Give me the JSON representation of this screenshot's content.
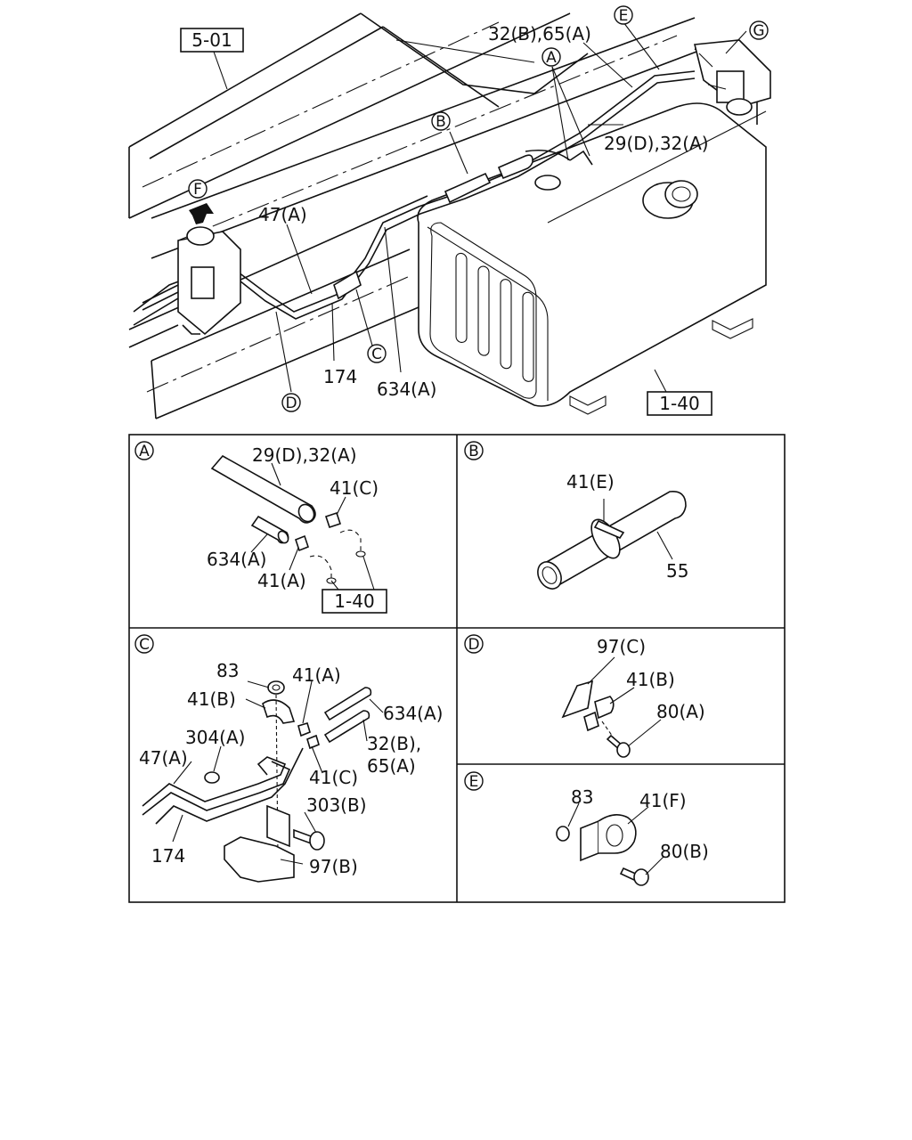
{
  "main_view": {
    "ref_5_01": "5-01",
    "ref_1_40": "1-40",
    "view_F": "F",
    "view_G": "G",
    "view_E": "E",
    "view_A": "A",
    "view_B": "B",
    "view_C": "C",
    "view_D": "D",
    "lbl_32b_65a": "32(B),65(A)",
    "lbl_29d_32a": "29(D),32(A)",
    "lbl_47a": "47(A)",
    "lbl_174": "174",
    "lbl_634a": "634(A)"
  },
  "detail_A": {
    "letter": "A",
    "lbl_29d_32a": "29(D),32(A)",
    "lbl_41c": "41(C)",
    "lbl_634a": "634(A)",
    "lbl_41a": "41(A)",
    "ref_1_40": "1-40"
  },
  "detail_B": {
    "letter": "B",
    "lbl_41e": "41(E)",
    "lbl_55": "55"
  },
  "detail_C": {
    "letter": "C",
    "lbl_83": "83",
    "lbl_41a": "41(A)",
    "lbl_41b": "41(B)",
    "lbl_634a": "634(A)",
    "lbl_304a": "304(A)",
    "lbl_32b": "32(B),",
    "lbl_65a": "65(A)",
    "lbl_47a": "47(A)",
    "lbl_41c": "41(C)",
    "lbl_303b": "303(B)",
    "lbl_174": "174",
    "lbl_97b": "97(B)"
  },
  "detail_D": {
    "letter": "D",
    "lbl_97c": "97(C)",
    "lbl_41b": "41(B)",
    "lbl_80a": "80(A)"
  },
  "detail_E": {
    "letter": "E",
    "lbl_83": "83",
    "lbl_41f": "41(F)",
    "lbl_80b": "80(B)"
  }
}
